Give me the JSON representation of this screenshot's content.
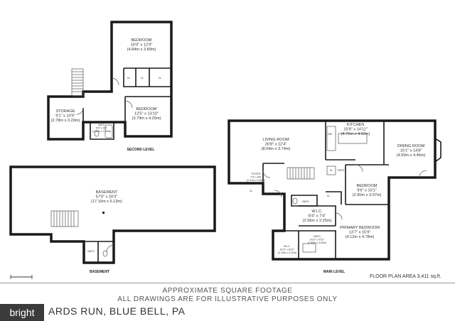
{
  "second_level": {
    "label": "SECOND LEVEL",
    "rooms": [
      {
        "name": "BEDROOM",
        "dims": "16'0\" x 12'9\"",
        "metric": "(4.84m x 3.89m)"
      },
      {
        "name": "BEDROOM",
        "dims": "12'5\" x 13'10\"",
        "metric": "(3.79m x 4.20m)"
      },
      {
        "name": "STORAGE",
        "dims": "9'1\" x 10'9\"",
        "metric": "(2.78m x 3.29m)"
      },
      {
        "name": "BATH",
        "dims": "5'0\" x 5'0\"",
        "metric": "(1.53m x 1.53m)"
      }
    ],
    "closet": "CL"
  },
  "basement": {
    "label": "BASEMENT",
    "rooms": [
      {
        "name": "BASEMENT",
        "dims": "57'0\" x 20'3\"",
        "metric": "(17.16m x 6.13m)"
      },
      {
        "name": "BATH",
        "dims": "",
        "metric": ""
      }
    ]
  },
  "main_level": {
    "label": "MAIN LEVEL",
    "rooms": [
      {
        "name": "LIVING ROOM",
        "dims": "26'8\" x 12'4\"",
        "metric": "(8.04m x 3.74m)"
      },
      {
        "name": "KITCHEN",
        "dims": "15'8\" x 14'11\"",
        "metric": "(4.76m x 4.52m)"
      },
      {
        "name": "DINING ROOM",
        "dims": "15'1\" x 14'8\"",
        "metric": "(4.59m x 4.46m)"
      },
      {
        "name": "FOYER",
        "dims": "7'3\" x 8'6\"",
        "metric": "(2.21m x 2.60m)"
      },
      {
        "name": "BEDROOM",
        "dims": "9'6\" x 10'1\"",
        "metric": "(2.90m x 3.07m)"
      },
      {
        "name": "W.I.C.",
        "dims": "8'4\" x 7'4\"",
        "metric": "(2.56m x 2.25m)"
      },
      {
        "name": "PRIMARY BEDROOM",
        "dims": "13'7\" x 15'9\"",
        "metric": "(4.12m x 4.78m)"
      },
      {
        "name": "BATH",
        "dims": "8'10\" x 9'10\"",
        "metric": "(2.69m x 3.00m)"
      },
      {
        "name": "W.I.C.",
        "dims": "6'10\" x 6'10\"",
        "metric": "(2.10m x 2.12m)"
      }
    ],
    "small_labels": {
      "bath": "BATH",
      "cl": "CL",
      "dw": "DW",
      "rest": "REST"
    }
  },
  "footer": {
    "floor_plan_area": "FLOOR PLAN AREA 3,411 sq.ft.",
    "line1": "APPROXIMATE SQUARE FOOTAGE",
    "line2": "ALL DRAWINGS ARE FOR ILLUSTRATIVE PURPOSES ONLY",
    "address": "ARDS RUN, BLUE BELL, PA",
    "logo": "bright"
  }
}
